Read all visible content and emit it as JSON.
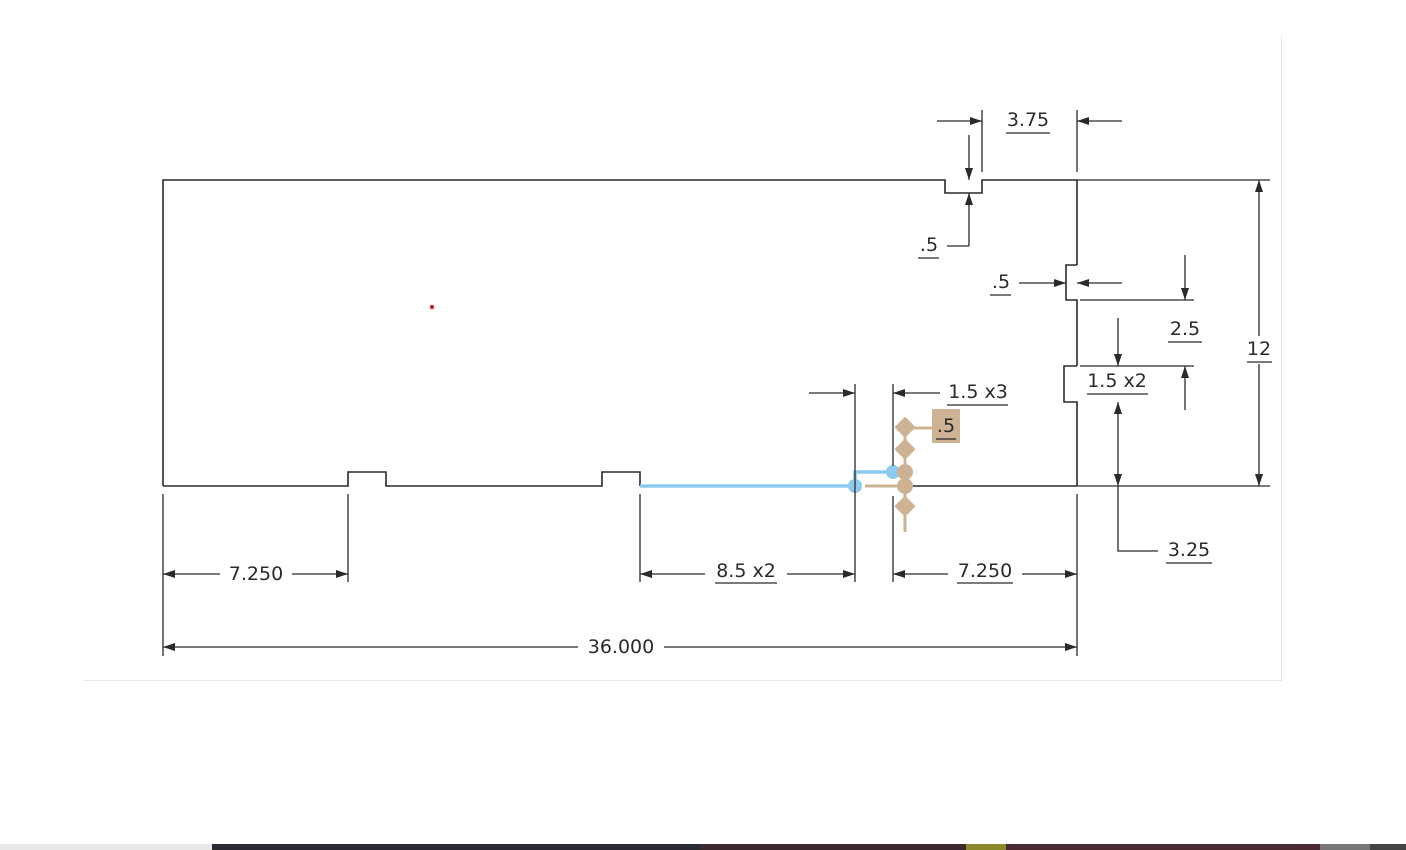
{
  "dimensions": {
    "top_notch_offset": "3.75",
    "top_notch_depth": ".5",
    "side_notch_depth": ".5",
    "side_notch_position": "2.5",
    "height": "12",
    "side_slot_width": "1.5 x2",
    "selected_notch_width": "1.5 x3",
    "selected_notch_depth": ".5",
    "side_slot_from_bottom": "3.25",
    "left_offset": "7.250",
    "notch_spacing": "8.5 x2",
    "right_offset": "7.250",
    "overall_length": "36.000"
  },
  "colors": {
    "selection": "#8ccbee",
    "handle": "#cdb394",
    "line": "#2a2a2a",
    "origin_point": "#c0262c"
  }
}
